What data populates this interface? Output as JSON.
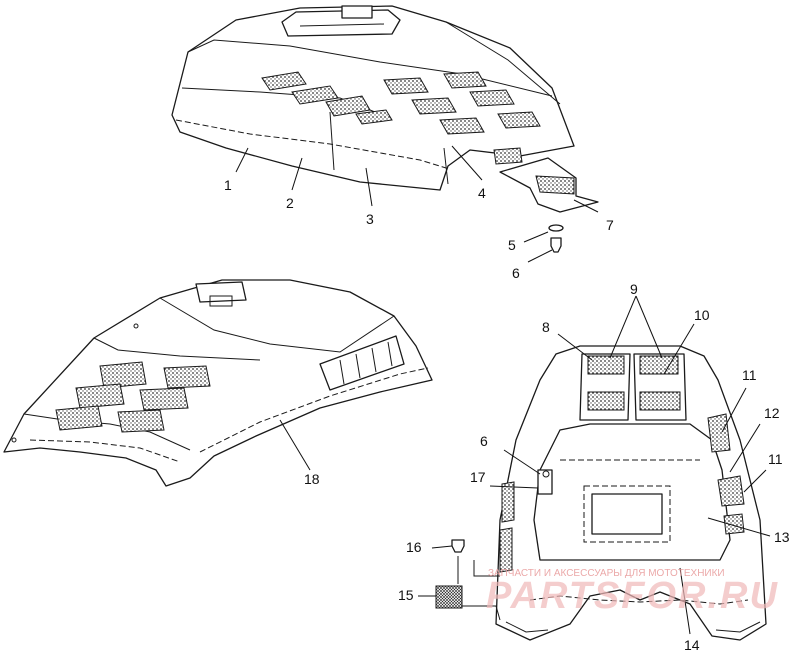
{
  "callouts": {
    "c1": "1",
    "c2": "2",
    "c3": "3",
    "c4": "4",
    "c5": "5",
    "c6a": "6",
    "c7": "7",
    "c8": "8",
    "c9": "9",
    "c10": "10",
    "c11a": "11",
    "c12": "12",
    "c11b": "11",
    "c6b": "6",
    "c17": "17",
    "c13": "13",
    "c16": "16",
    "c15": "15",
    "c14": "14",
    "c18": "18"
  },
  "watermark": {
    "tagline": "ЗАПЧАСТИ И АКСЕССУАРЫ ДЛЯ МОТОТЕХНИКИ",
    "logo": "PARTSFOR.RU"
  }
}
